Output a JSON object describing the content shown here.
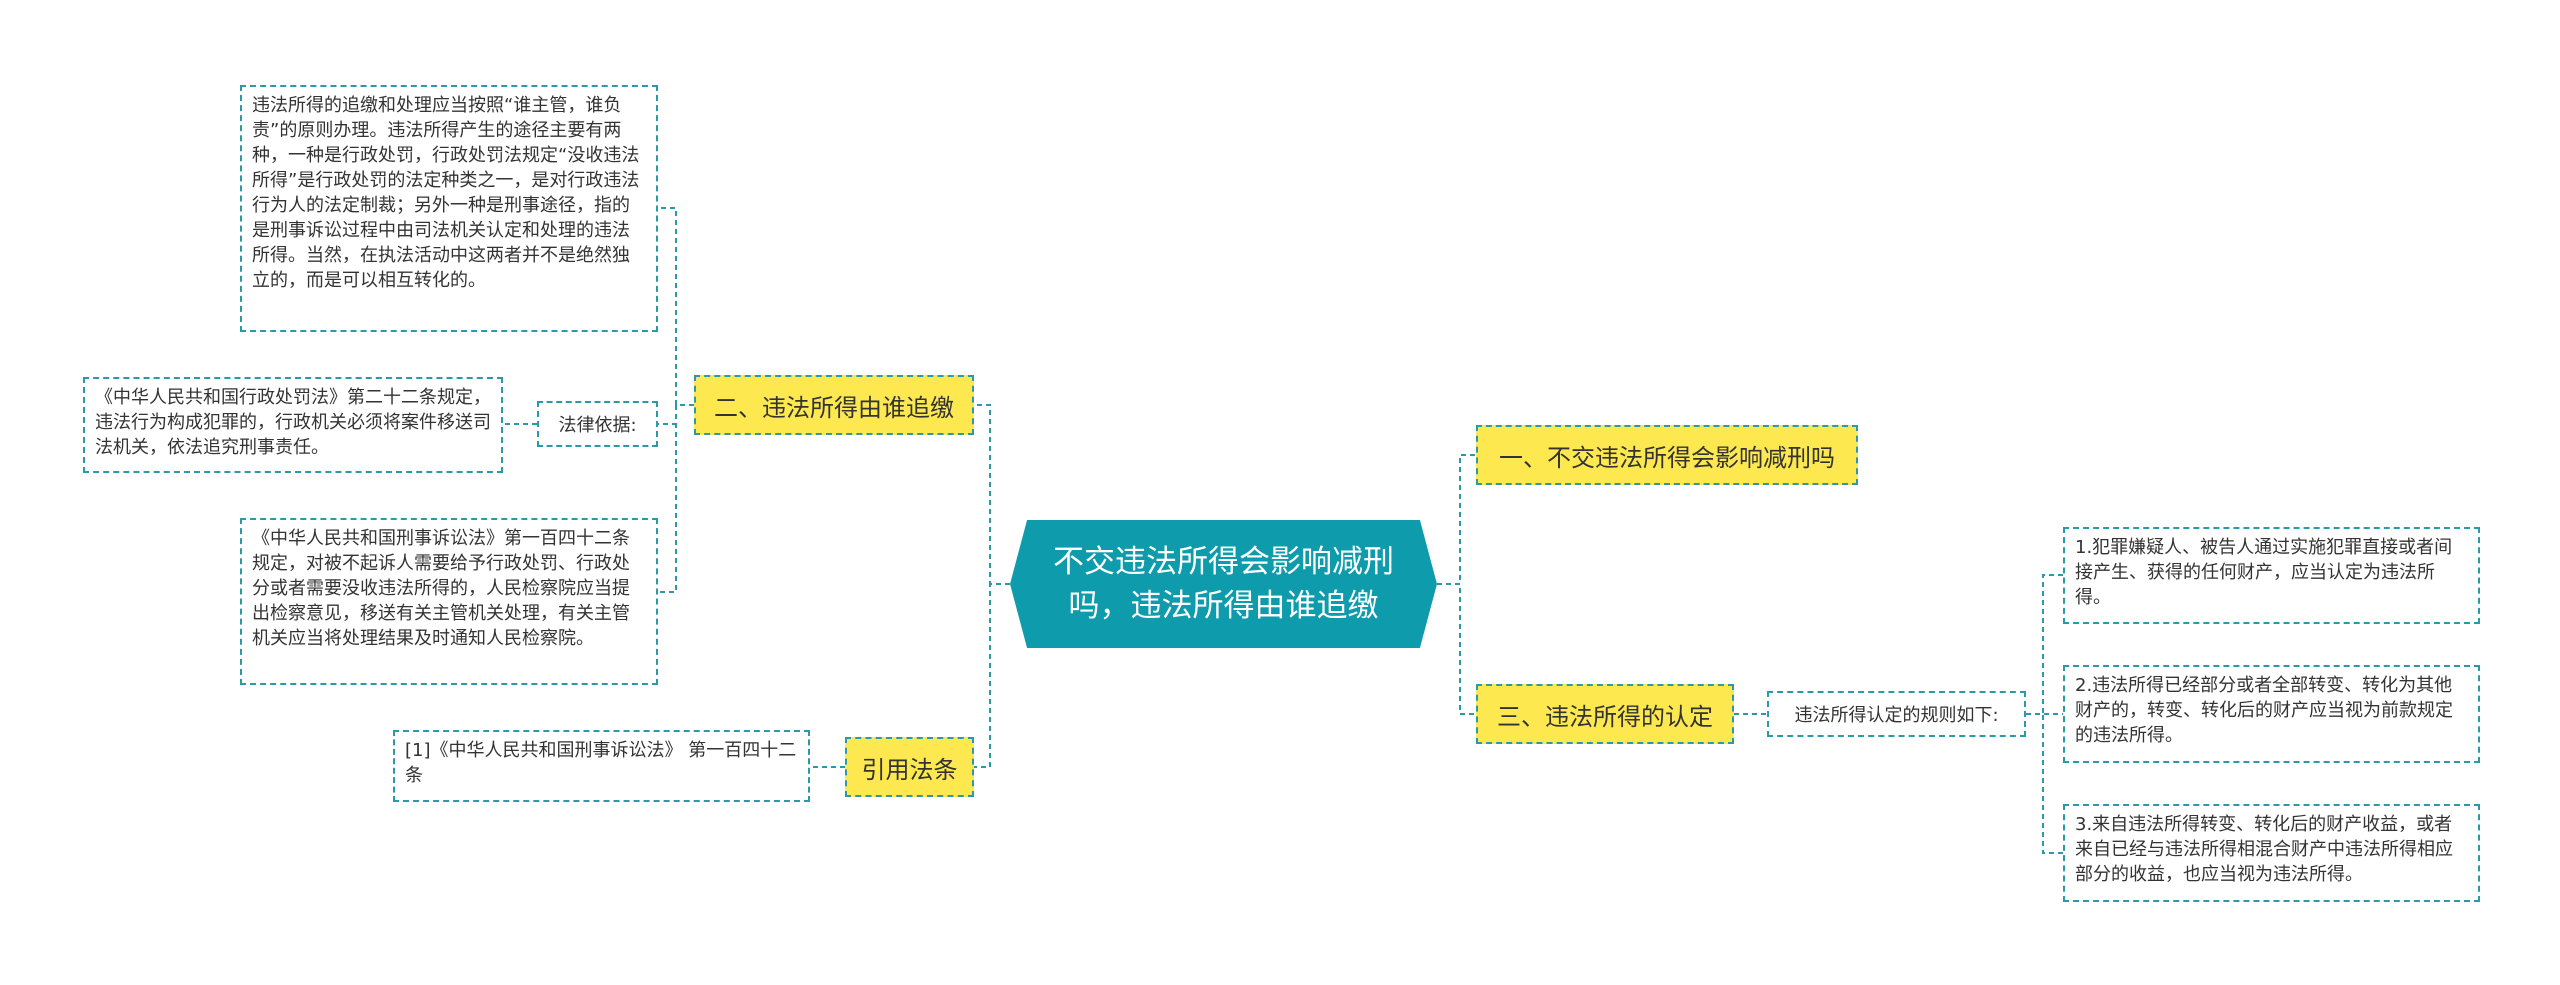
{
  "root": {
    "label": "不交违法所得会影响减刑吗，违法所得由谁追缴"
  },
  "branches": {
    "b1": {
      "label": "一、不交违法所得会影响减刑吗"
    },
    "b2": {
      "label": "二、违法所得由谁追缴",
      "leaf_principle": "违法所得的追缴和处理应当按照“谁主管，谁负责”的原则办理。违法所得产生的途径主要有两种，一种是行政处罚，行政处罚法规定“没收违法所得”是行政处罚的法定种类之一，是对行政违法行为人的法定制裁；另外一种是刑事途径，指的是刑事诉讼过程中由司法机关认定和处理的违法所得。当然，在执法活动中这两者并不是绝然独立的，而是可以相互转化的。",
      "basis_label": "法律依据:",
      "leaf_admin_law": "《中华人民共和国行政处罚法》第二十二条规定，违法行为构成犯罪的，行政机关必须将案件移送司法机关，依法追究刑事责任。",
      "leaf_criminal_procedure": "《中华人民共和国刑事诉讼法》第一百四十二条规定，对被不起诉人需要给予行政处罚、行政处分或者需要没收违法所得的，人民检察院应当提出检察意见，移送有关主管机关处理，有关主管机关应当将处理结果及时通知人民检察院。"
    },
    "b3": {
      "label": "三、违法所得的认定",
      "rule_label": "违法所得认定的规则如下:",
      "rules": [
        "1.犯罪嫌疑人、被告人通过实施犯罪直接或者间接产生、获得的任何财产，应当认定为违法所得。",
        "2.违法所得已经部分或者全部转变、转化为其他财产的，转变、转化后的财产应当视为前款规定的违法所得。",
        "3.来自违法所得转变、转化后的财产收益，或者来自已经与违法所得相混合财产中违法所得相应部分的收益，也应当视为违法所得。"
      ]
    },
    "b4": {
      "label": "引用法条",
      "citation": "[1]《中华人民共和国刑事诉讼法》 第一百四十二条"
    }
  },
  "colors": {
    "root_fill": "#0e9cad",
    "branch_fill": "#fde94f",
    "border_and_lines": "#2a9aa8",
    "text": "#333333"
  }
}
